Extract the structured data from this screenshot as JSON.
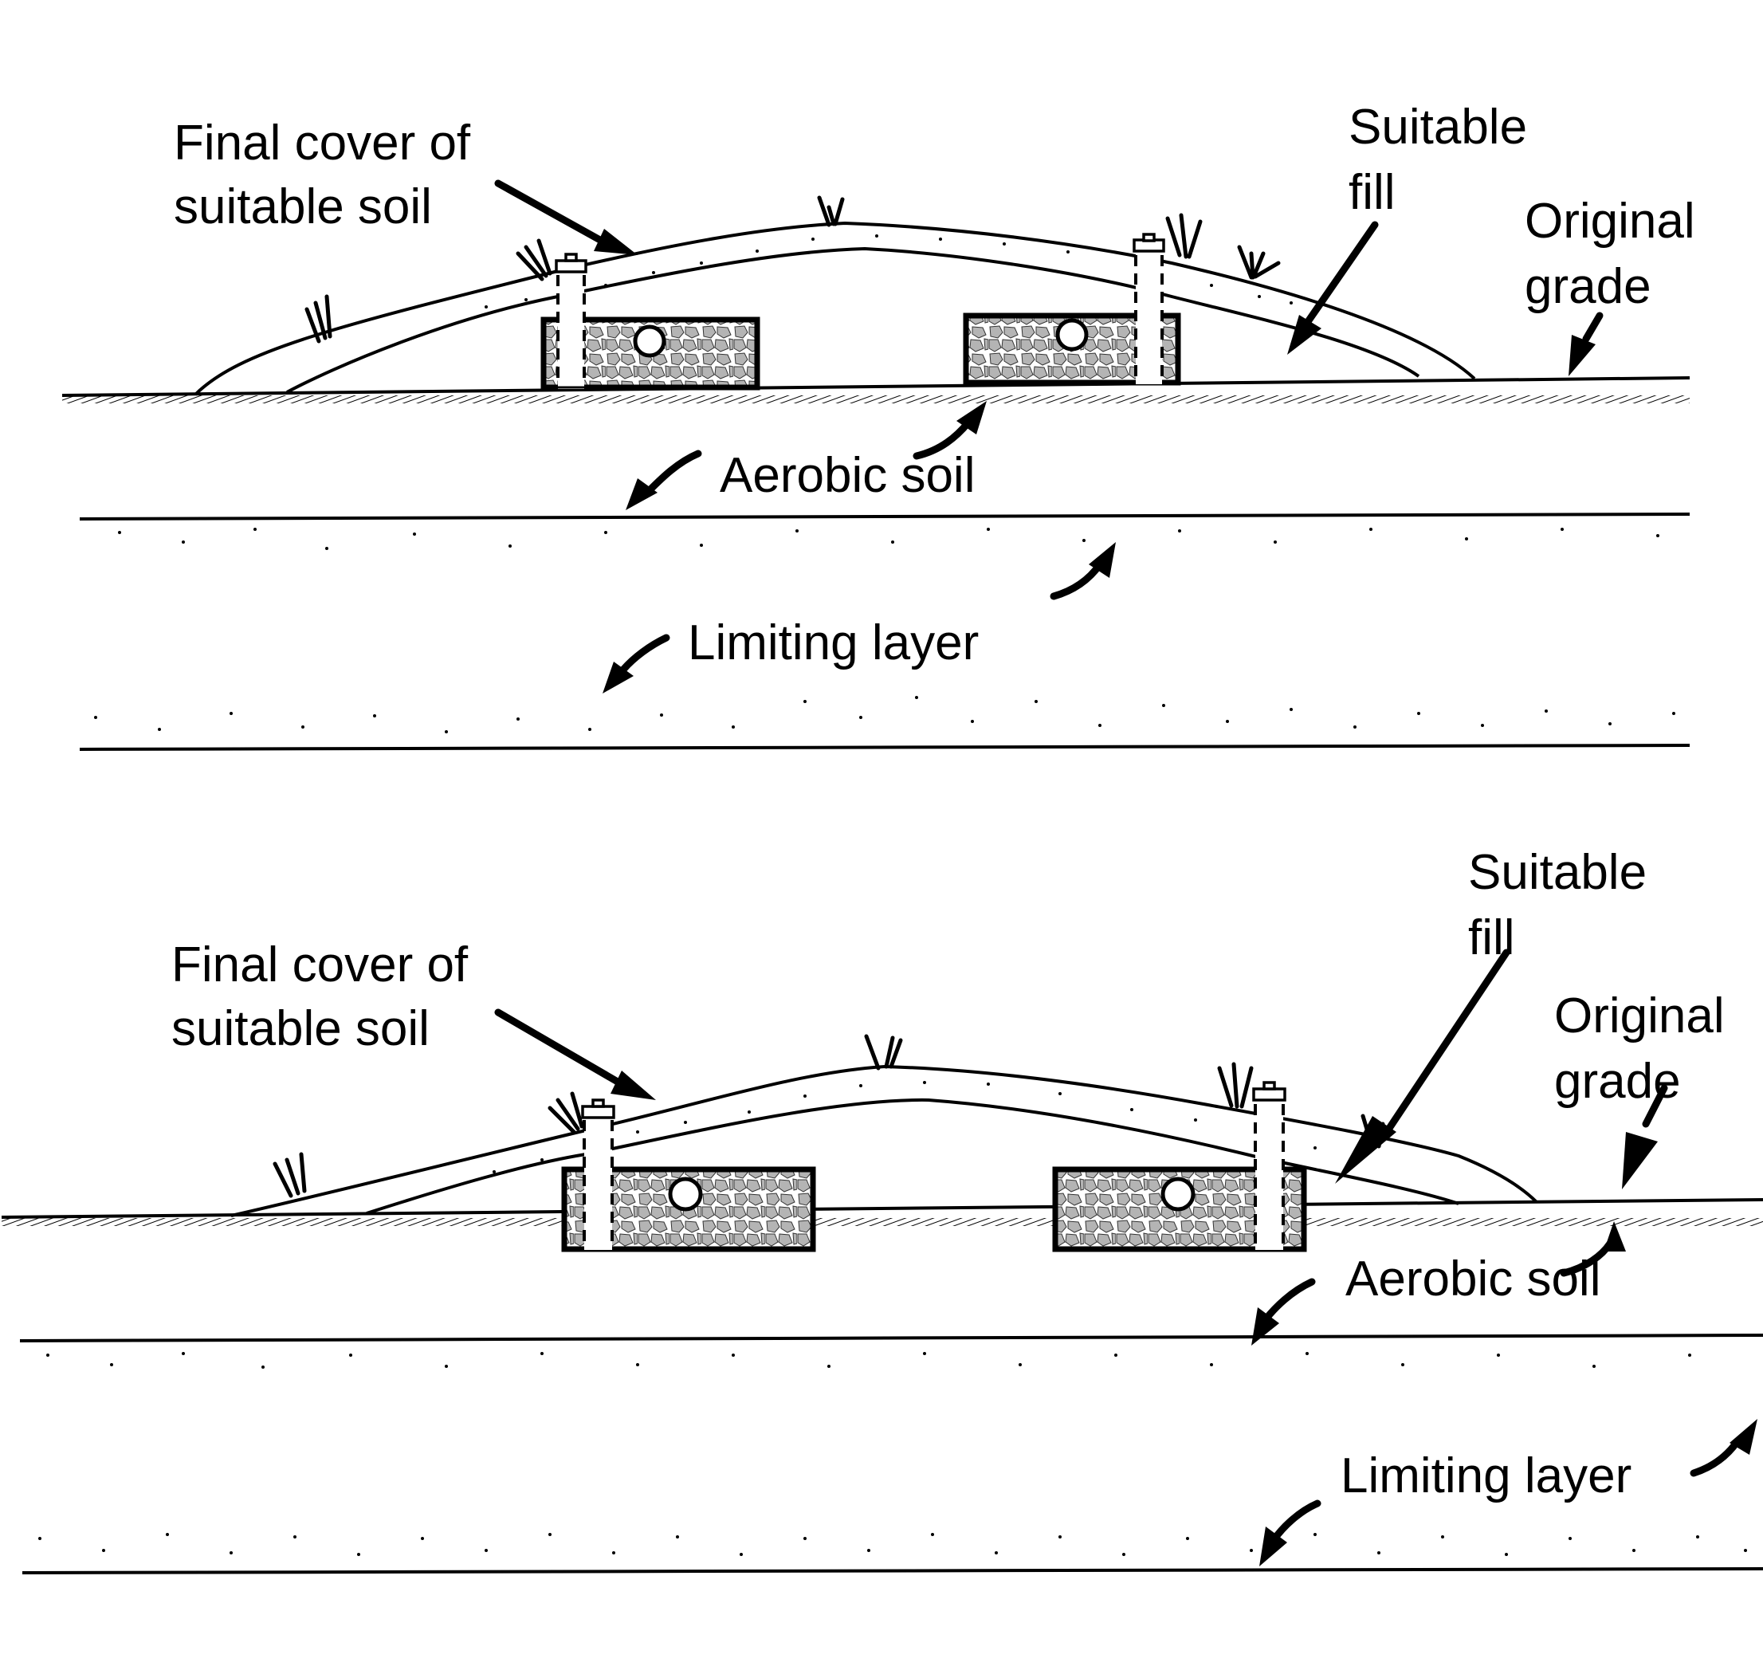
{
  "figure": {
    "title": "Mound soil absorption system cross-sections",
    "colors": {
      "ink": "#000000",
      "gravel": "#b4b4b4",
      "background": "#ffffff"
    },
    "panels": [
      {
        "id": "top",
        "variant": "trenches placed on original grade",
        "labels": {
          "final_cover": [
            "Final cover of",
            "suitable soil"
          ],
          "suitable_fill": [
            "Suitable",
            "fill"
          ],
          "original_grade": [
            "Original",
            "grade"
          ],
          "aerobic_soil": "Aerobic soil",
          "limiting_layer": "Limiting layer"
        }
      },
      {
        "id": "bottom",
        "variant": "trenches partially set into original grade",
        "labels": {
          "final_cover": [
            "Final cover of",
            "suitable soil"
          ],
          "suitable_fill": [
            "Suitable",
            "fill"
          ],
          "original_grade": [
            "Original",
            "grade"
          ],
          "aerobic_soil": "Aerobic soil",
          "limiting_layer": "Limiting layer"
        }
      }
    ],
    "components": {
      "trench_fill": "gravel-aggregate",
      "distribution_pipe": "perforated-pipe",
      "inspection_port": "vent-pipe",
      "vegetation": "grass-tufts"
    }
  }
}
